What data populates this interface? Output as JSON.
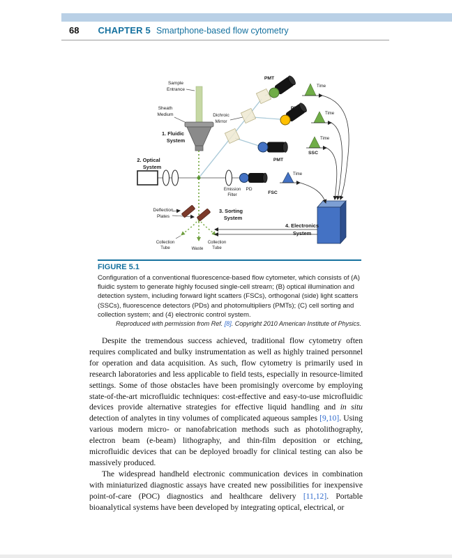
{
  "colors": {
    "accent_blue": "#15719f",
    "link_blue": "#2f6acc",
    "band_blue": "#b9d0e6",
    "pmt_green": "#70ad47",
    "pmt_yellow": "#ffc000",
    "pmt_blue": "#4472c4",
    "stream_green": "#7fae4e",
    "electronics_blue": "#4472c4",
    "plate_maroon": "#7c3a2b"
  },
  "page": {
    "number": "68",
    "chapter_label": "CHAPTER 5",
    "chapter_title": "Smartphone-based flow cytometry"
  },
  "figure": {
    "label": "FIGURE 5.1",
    "caption": "Configuration of a conventional fluorescence-based flow cytometer, which consists of (A) fluidic system to generate highly focused single-cell stream; (B) optical illumination and detection system, including forward light scatters (FSCs), orthogonal (side) light scatters (SSCs), fluorescence detectors (PDs) and photomultipliers (PMTs); (C) cell sorting and collection system; and (4) electronic control system.",
    "credit_prefix": "Reproduced with permission from Ref. ",
    "credit_ref": "[8]",
    "credit_suffix": ". Copyright 2010 American Institute of Physics.",
    "diagram": {
      "labels": {
        "sample_entrance": [
          "Sample",
          "Entrance"
        ],
        "sheath_medium": [
          "Sheath",
          "Medium"
        ],
        "fluidic_system": [
          "1. Fluidic",
          "System"
        ],
        "optical_system": [
          "2. Optical",
          "System"
        ],
        "dichroic_mirror": [
          "Dichroic",
          "Mirror"
        ],
        "pmt": "PMT",
        "time": "Time",
        "ssc": "SSC",
        "fsc": "FSC",
        "pd": "PD",
        "emission_filter": [
          "Emission",
          "Filter"
        ],
        "deflection_plates": [
          "Deflection",
          "Plates"
        ],
        "sorting_system": [
          "3. Sorting",
          "System"
        ],
        "collection_tube": [
          "Collection",
          "Tube"
        ],
        "waste": "Waste",
        "electronics_system": [
          "4. Electronics",
          "System"
        ]
      }
    }
  },
  "body": {
    "p1": {
      "t1": "Despite the tremendous success achieved, traditional flow cytometry often requires complicated and bulky instrumentation as well as highly trained personnel for operation and data acquisition. As such, flow cytometry is primarily used in research laboratories and less applicable to field tests, especially in resource-limited settings. Some of those obstacles have been promisingly overcome by employing state-of-the-art microfluidic techniques: cost-effective and easy-to-use microfluidic devices provide alternative strategies for effective liquid handling and ",
      "italic": "in situ",
      "t2": " detection of analytes in tiny volumes of complicated aqueous samples ",
      "ref": "[9,10]",
      "t3": ". Using various modern micro- or nanofabrication methods such as photolithography, electron beam (e-beam) lithography, and thin-film deposition or etching, microfluidic devices that can be deployed broadly for clinical testing can also be massively produced."
    },
    "p2": {
      "t1": "The widespread handheld electronic communication devices in combination with miniaturized diagnostic assays have created new possibilities for inexpensive point-of-care (POC) diagnostics and healthcare delivery ",
      "ref": "[11,12]",
      "t2": ". Portable bioanalytical systems have been developed by integrating optical, electrical, or"
    }
  }
}
